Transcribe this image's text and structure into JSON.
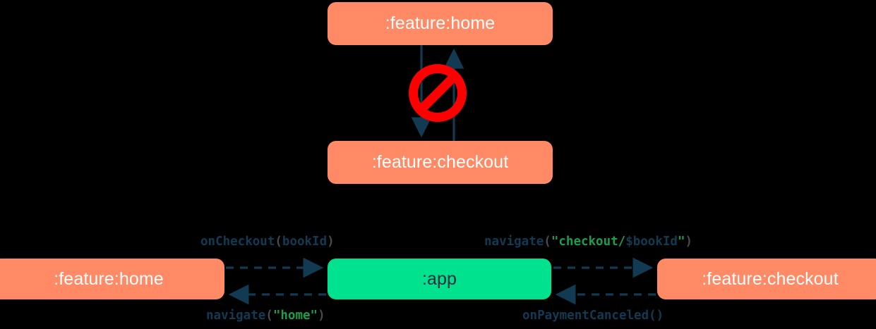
{
  "diagram": {
    "type": "module-dependency-diagram",
    "background_color": "#000000",
    "colors": {
      "feature_module": "#FF8A65",
      "app_module": "#00E28D",
      "feature_module_text": "#FFFFFF",
      "app_module_text": "#0D2B3E",
      "arrow": "#123A52",
      "forbidden_sign": "#FF0000",
      "code_identifier": "#123A52",
      "code_string": "#1B9E4B",
      "code_punctuation": "#4A4A4A"
    },
    "forbidden_section": {
      "title": "",
      "nodes": [
        {
          "id": "home-top",
          "label": ":feature:home",
          "kind": "feature"
        },
        {
          "id": "checkout-top",
          "label": ":feature:checkout",
          "kind": "feature"
        }
      ],
      "edges": [
        {
          "from": "home-top",
          "to": "checkout-top",
          "direction": "down",
          "style": "solid"
        },
        {
          "from": "checkout-top",
          "to": "home-top",
          "direction": "up",
          "style": "solid"
        }
      ],
      "badge": {
        "icon": "prohibition-sign",
        "meaning": "not allowed"
      }
    },
    "allowed_section": {
      "nodes": [
        {
          "id": "home-bottom",
          "label": ":feature:home",
          "kind": "feature"
        },
        {
          "id": "app",
          "label": ":app",
          "kind": "app"
        },
        {
          "id": "checkout-bottom",
          "label": ":feature:checkout",
          "kind": "feature"
        }
      ],
      "edges": [
        {
          "id": "oncheckout",
          "from": "home-bottom",
          "to": "app",
          "direction": "right",
          "style": "dashed",
          "label_position": "above"
        },
        {
          "id": "navigate-checkout",
          "from": "app",
          "to": "checkout-bottom",
          "direction": "right",
          "style": "dashed",
          "label_position": "above"
        },
        {
          "id": "navigate-home",
          "from": "app",
          "to": "home-bottom",
          "direction": "left",
          "style": "dashed",
          "label_position": "below"
        },
        {
          "id": "onpaymentcanceled",
          "from": "checkout-bottom",
          "to": "app",
          "direction": "left",
          "style": "dashed",
          "label_position": "below"
        }
      ]
    },
    "labels": {
      "oncheckout": {
        "full": "onCheckout(bookId)",
        "fn": "onCheckout",
        "open": "(",
        "arg": "bookId",
        "close": ")"
      },
      "navigate_checkout": {
        "full": "navigate(\"checkout/$bookId\")",
        "fn": "navigate",
        "open": "(",
        "str_start": "\"checkout/",
        "arg": "$bookId",
        "str_end": "\"",
        "close": ")"
      },
      "navigate_home": {
        "full": "navigate(\"home\")",
        "fn": "navigate",
        "open": "(",
        "str": "\"home\"",
        "close": ")"
      },
      "onpaymentcanceled": {
        "full": "onPaymentCanceled()",
        "fn": "onPaymentCanceled",
        "parens": "()"
      }
    }
  }
}
